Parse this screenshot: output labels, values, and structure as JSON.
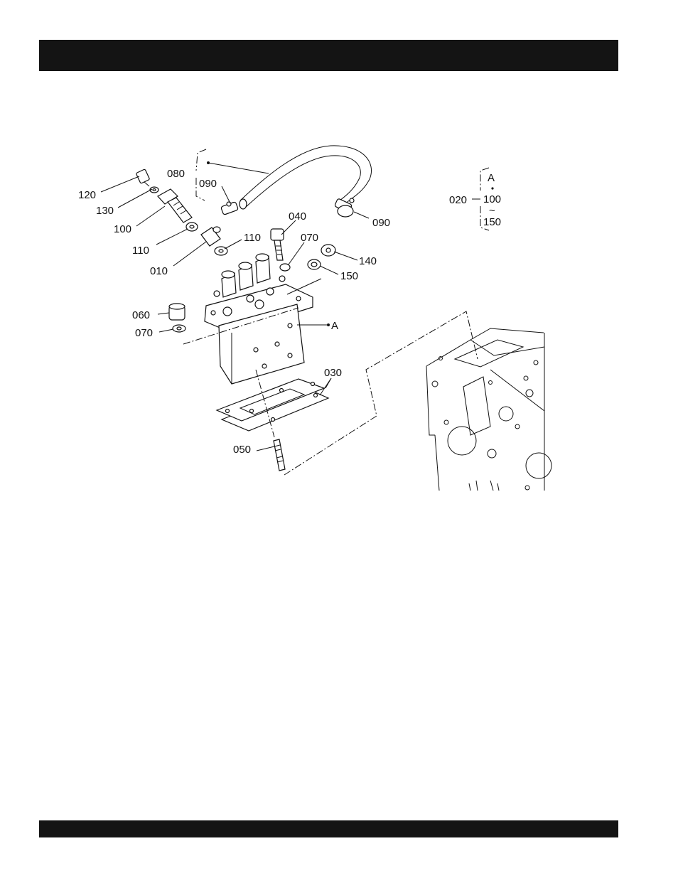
{
  "labels": {
    "p120": "120",
    "p130": "130",
    "p100": "100",
    "p110a": "110",
    "p010": "010",
    "p080": "080",
    "p090a": "090",
    "p090b": "090",
    "p110b": "110",
    "p040": "040",
    "p070a": "070",
    "p140": "140",
    "p150": "150",
    "p060": "060",
    "p070b": "070",
    "pA": "A",
    "p030": "030",
    "p050": "050",
    "p020": "020",
    "key_a": "A",
    "key_100": "100",
    "key_tilde": "~",
    "key_150": "150"
  }
}
